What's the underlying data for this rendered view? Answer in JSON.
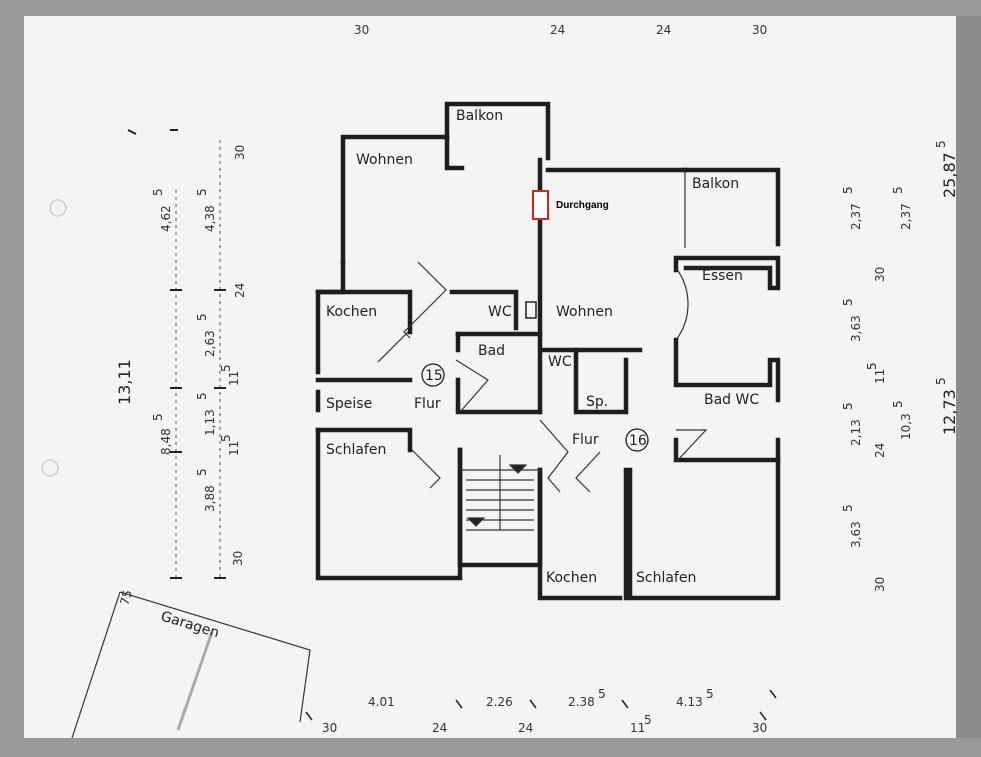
{
  "top_dims": [
    "30",
    "24",
    "24",
    "30"
  ],
  "bottom_dims": [
    "4.01",
    "2.26",
    "2.38",
    "5",
    "4.13",
    "5"
  ],
  "bottom_extra": [
    "30",
    "24",
    "24",
    "11",
    "5",
    "30"
  ],
  "left_dims": {
    "overall": "13,11",
    "sub": "8,48",
    "sub_sup": "5",
    "chain_a": [
      "4,62",
      "2,63",
      "1,13",
      "3,88"
    ],
    "chain_a_sup": [
      "5",
      "5",
      "5",
      "5"
    ],
    "chain_b": [
      "4,38",
      "24",
      "11",
      "11",
      "30"
    ],
    "chain_b_sup": [
      "5",
      "",
      "5",
      "5",
      ""
    ],
    "top30": "30"
  },
  "right_dims": {
    "overall_a": "25,87",
    "overall_a_sup": "5",
    "overall_b": "12,73",
    "overall_b_sup": "5",
    "chain_a": [
      "2,37",
      "3,63",
      "2,13",
      "3,63"
    ],
    "chain_a_sup": [
      "5",
      "5",
      "5",
      "5"
    ],
    "chain_b": [
      "2,37",
      "30",
      "11",
      "10,3",
      "24",
      "30"
    ],
    "chain_b_sup": [
      "5",
      "",
      "5",
      "5",
      "",
      ""
    ]
  },
  "rooms_left": {
    "balkon": "Balkon",
    "wohnen": "Wohnen",
    "kochen": "Kochen",
    "wc": "WC",
    "bad": "Bad",
    "speise": "Speise",
    "flur": "Flur",
    "schlafen": "Schlafen",
    "unit_number": "15"
  },
  "rooms_right": {
    "balkon": "Balkon",
    "wohnen": "Wohnen",
    "essen": "Essen",
    "wc": "WC",
    "sp": "Sp.",
    "bad_wc": "Bad WC",
    "flur": "Flur",
    "kochen": "Kochen",
    "schlafen": "Schlafen",
    "unit_number": "16"
  },
  "garage": {
    "label": "Garagen",
    "dim": "75"
  },
  "annotation": {
    "label": "Durchgang",
    "color": "#e0201b"
  },
  "colors": {
    "paper": "#f4f4f2",
    "frame": "#9a9a9a",
    "ink": "#1e1e1e",
    "highlight": "#e0201b"
  }
}
